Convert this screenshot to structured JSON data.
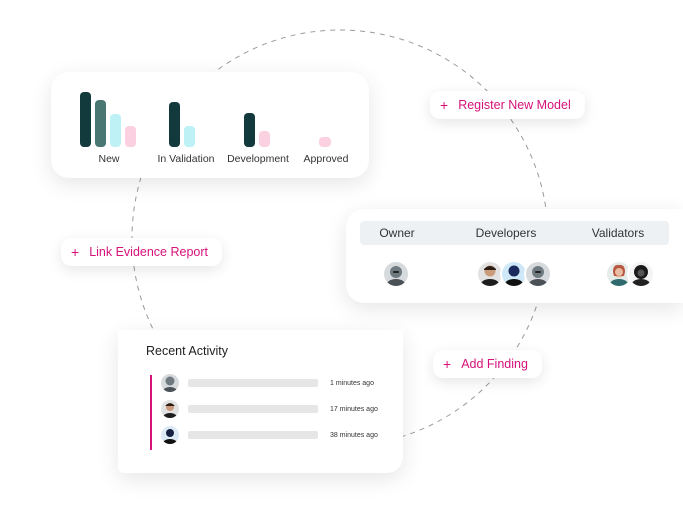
{
  "status_chart": {
    "categories": [
      {
        "label": "New",
        "values": [
          100,
          85,
          60,
          38
        ]
      },
      {
        "label": "In Validation",
        "values": [
          82,
          38
        ]
      },
      {
        "label": "Development",
        "values": [
          62,
          30
        ]
      },
      {
        "label": "Approved",
        "values": [
          18
        ]
      }
    ],
    "colors": [
      "#12393c",
      "#4a7772",
      "#bdf1f6",
      "#fbd1e2"
    ],
    "approved_color": "#fbd1e2"
  },
  "actions": {
    "register_model": "Register New Model",
    "link_evidence": "Link Evidence Report",
    "add_finding": "Add Finding",
    "plus": "+"
  },
  "team": {
    "owner_header": "Owner",
    "developers_header": "Developers",
    "validators_header": "Validators"
  },
  "activity": {
    "title": "Recent Activity",
    "accent_color": "#d6127a",
    "items": [
      {
        "time": "1 minutes ago"
      },
      {
        "time": "17 minutes ago"
      },
      {
        "time": "38 minutes ago"
      }
    ]
  }
}
